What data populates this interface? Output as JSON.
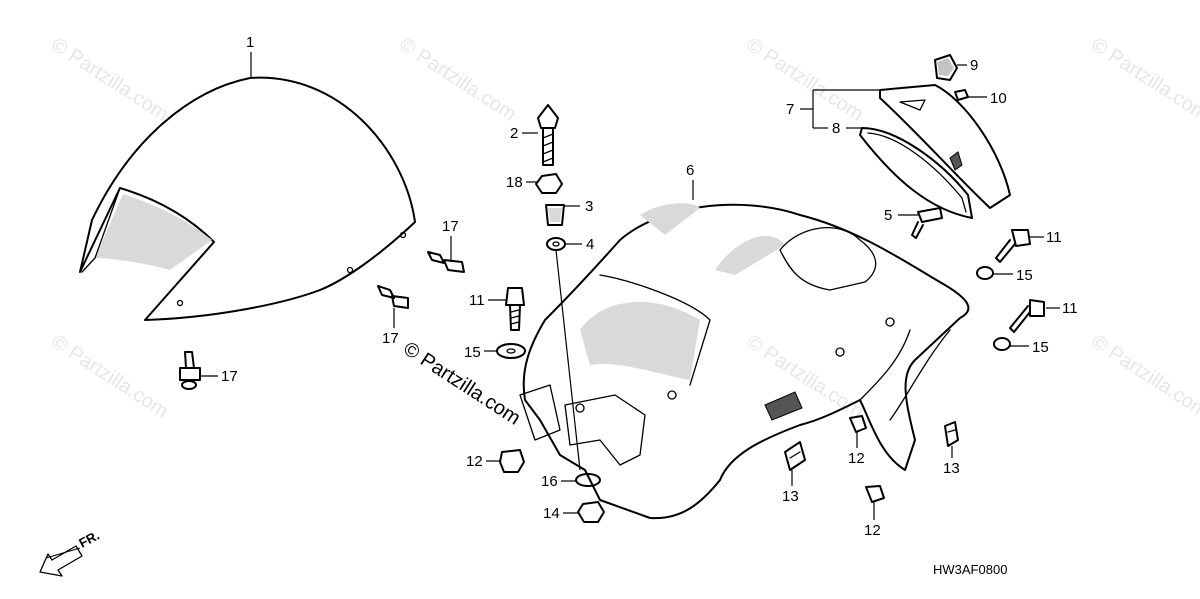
{
  "watermark": {
    "text": "© Partzilla.com"
  },
  "diagram_code": "HW3AF0800",
  "direction_arrow": {
    "label": "FR.",
    "icon": "front-direction-arrow-icon"
  },
  "callouts": {
    "c1": "1",
    "c2": "2",
    "c3": "3",
    "c4": "4",
    "c5": "5",
    "c6": "6",
    "c7": "7",
    "c8": "8",
    "c9": "9",
    "c10": "10",
    "c11a": "11",
    "c11b": "11",
    "c11c": "11",
    "c12a": "12",
    "c12b": "12",
    "c12c": "12",
    "c13a": "13",
    "c13b": "13",
    "c14": "14",
    "c15a": "15",
    "c15b": "15",
    "c15c": "15",
    "c16": "16",
    "c17a": "17",
    "c17b": "17",
    "c17c": "17",
    "c18": "18"
  }
}
